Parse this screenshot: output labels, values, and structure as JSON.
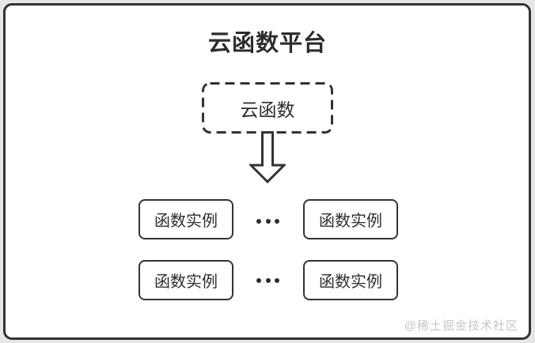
{
  "colors": {
    "page_background": "#e6e6e6",
    "frame_border": "#333333",
    "frame_background": "#ffffff",
    "text": "#2d2d2d",
    "watermark_text": "#c6c6c6"
  },
  "diagram": {
    "title": "云函数平台",
    "platform_node": {
      "label": "云函数"
    },
    "arrow_icon": "down-arrow-icon",
    "ellipsis_icon": "ellipsis-icon",
    "rows": [
      {
        "left_label": "函数实例",
        "right_label": "函数实例"
      },
      {
        "left_label": "函数实例",
        "right_label": "函数实例"
      }
    ],
    "watermark": "@稀土掘金技术社区"
  }
}
